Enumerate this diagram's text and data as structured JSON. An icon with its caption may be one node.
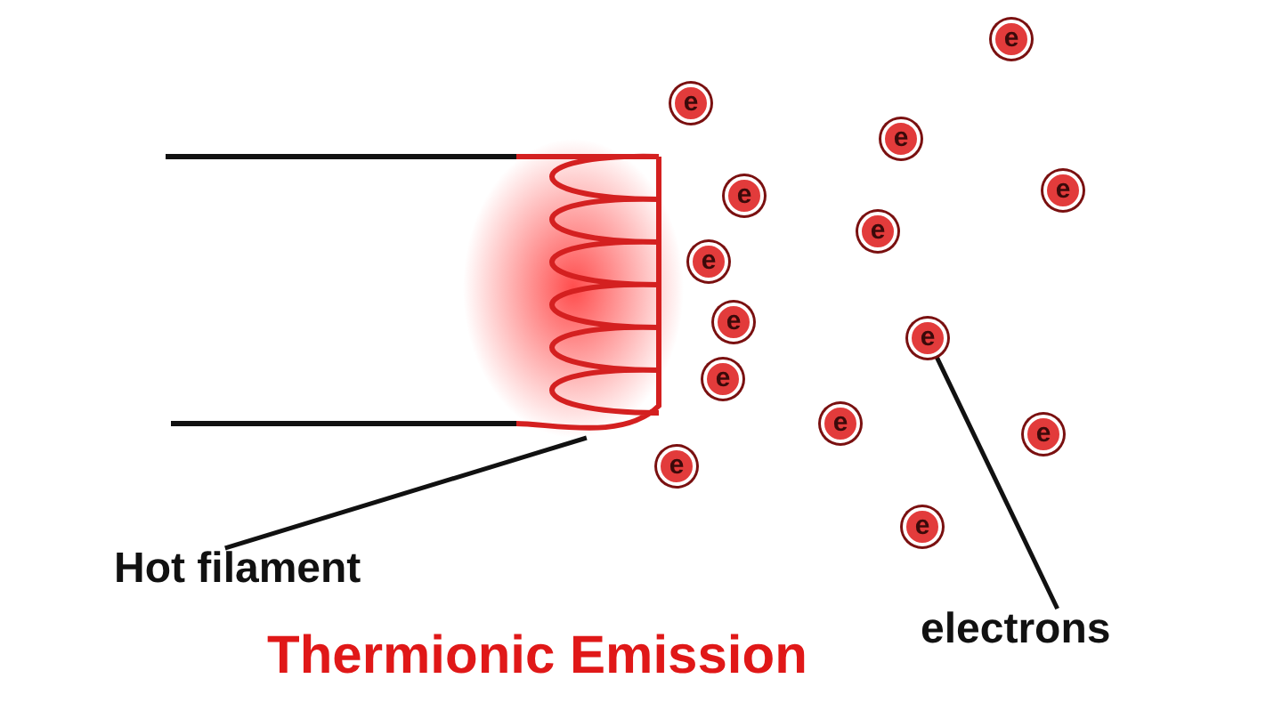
{
  "diagram": {
    "caption": "Thermionic Emission",
    "nodes": [
      {
        "text": [],
        "shape": "picture"
      },
      {
        "text": [
          "e"
        ]
      },
      {
        "text": [
          "e"
        ]
      },
      {
        "text": [
          "e"
        ]
      },
      {
        "text": [
          "e"
        ]
      },
      {
        "text": [
          "e"
        ]
      },
      {
        "text": [
          "e"
        ]
      },
      {
        "text": [
          "e"
        ]
      },
      {
        "text": [
          "e"
        ]
      },
      {
        "text": [
          "e"
        ]
      },
      {
        "text": [
          "e"
        ]
      },
      {
        "text": [
          "e"
        ]
      },
      {
        "text": [
          "e"
        ]
      },
      {
        "text": [
          "e"
        ]
      },
      {
        "text": [
          "e"
        ]
      },
      {
        "text": [
          "Hot filament"
        ]
      },
      {
        "text": [
          "electrons"
        ]
      }
    ],
    "edges": [
      {
        "from": 15,
        "to": 0,
        "arrow": "none"
      },
      {
        "from": 16,
        "to": 9,
        "arrow": "none"
      }
    ]
  }
}
